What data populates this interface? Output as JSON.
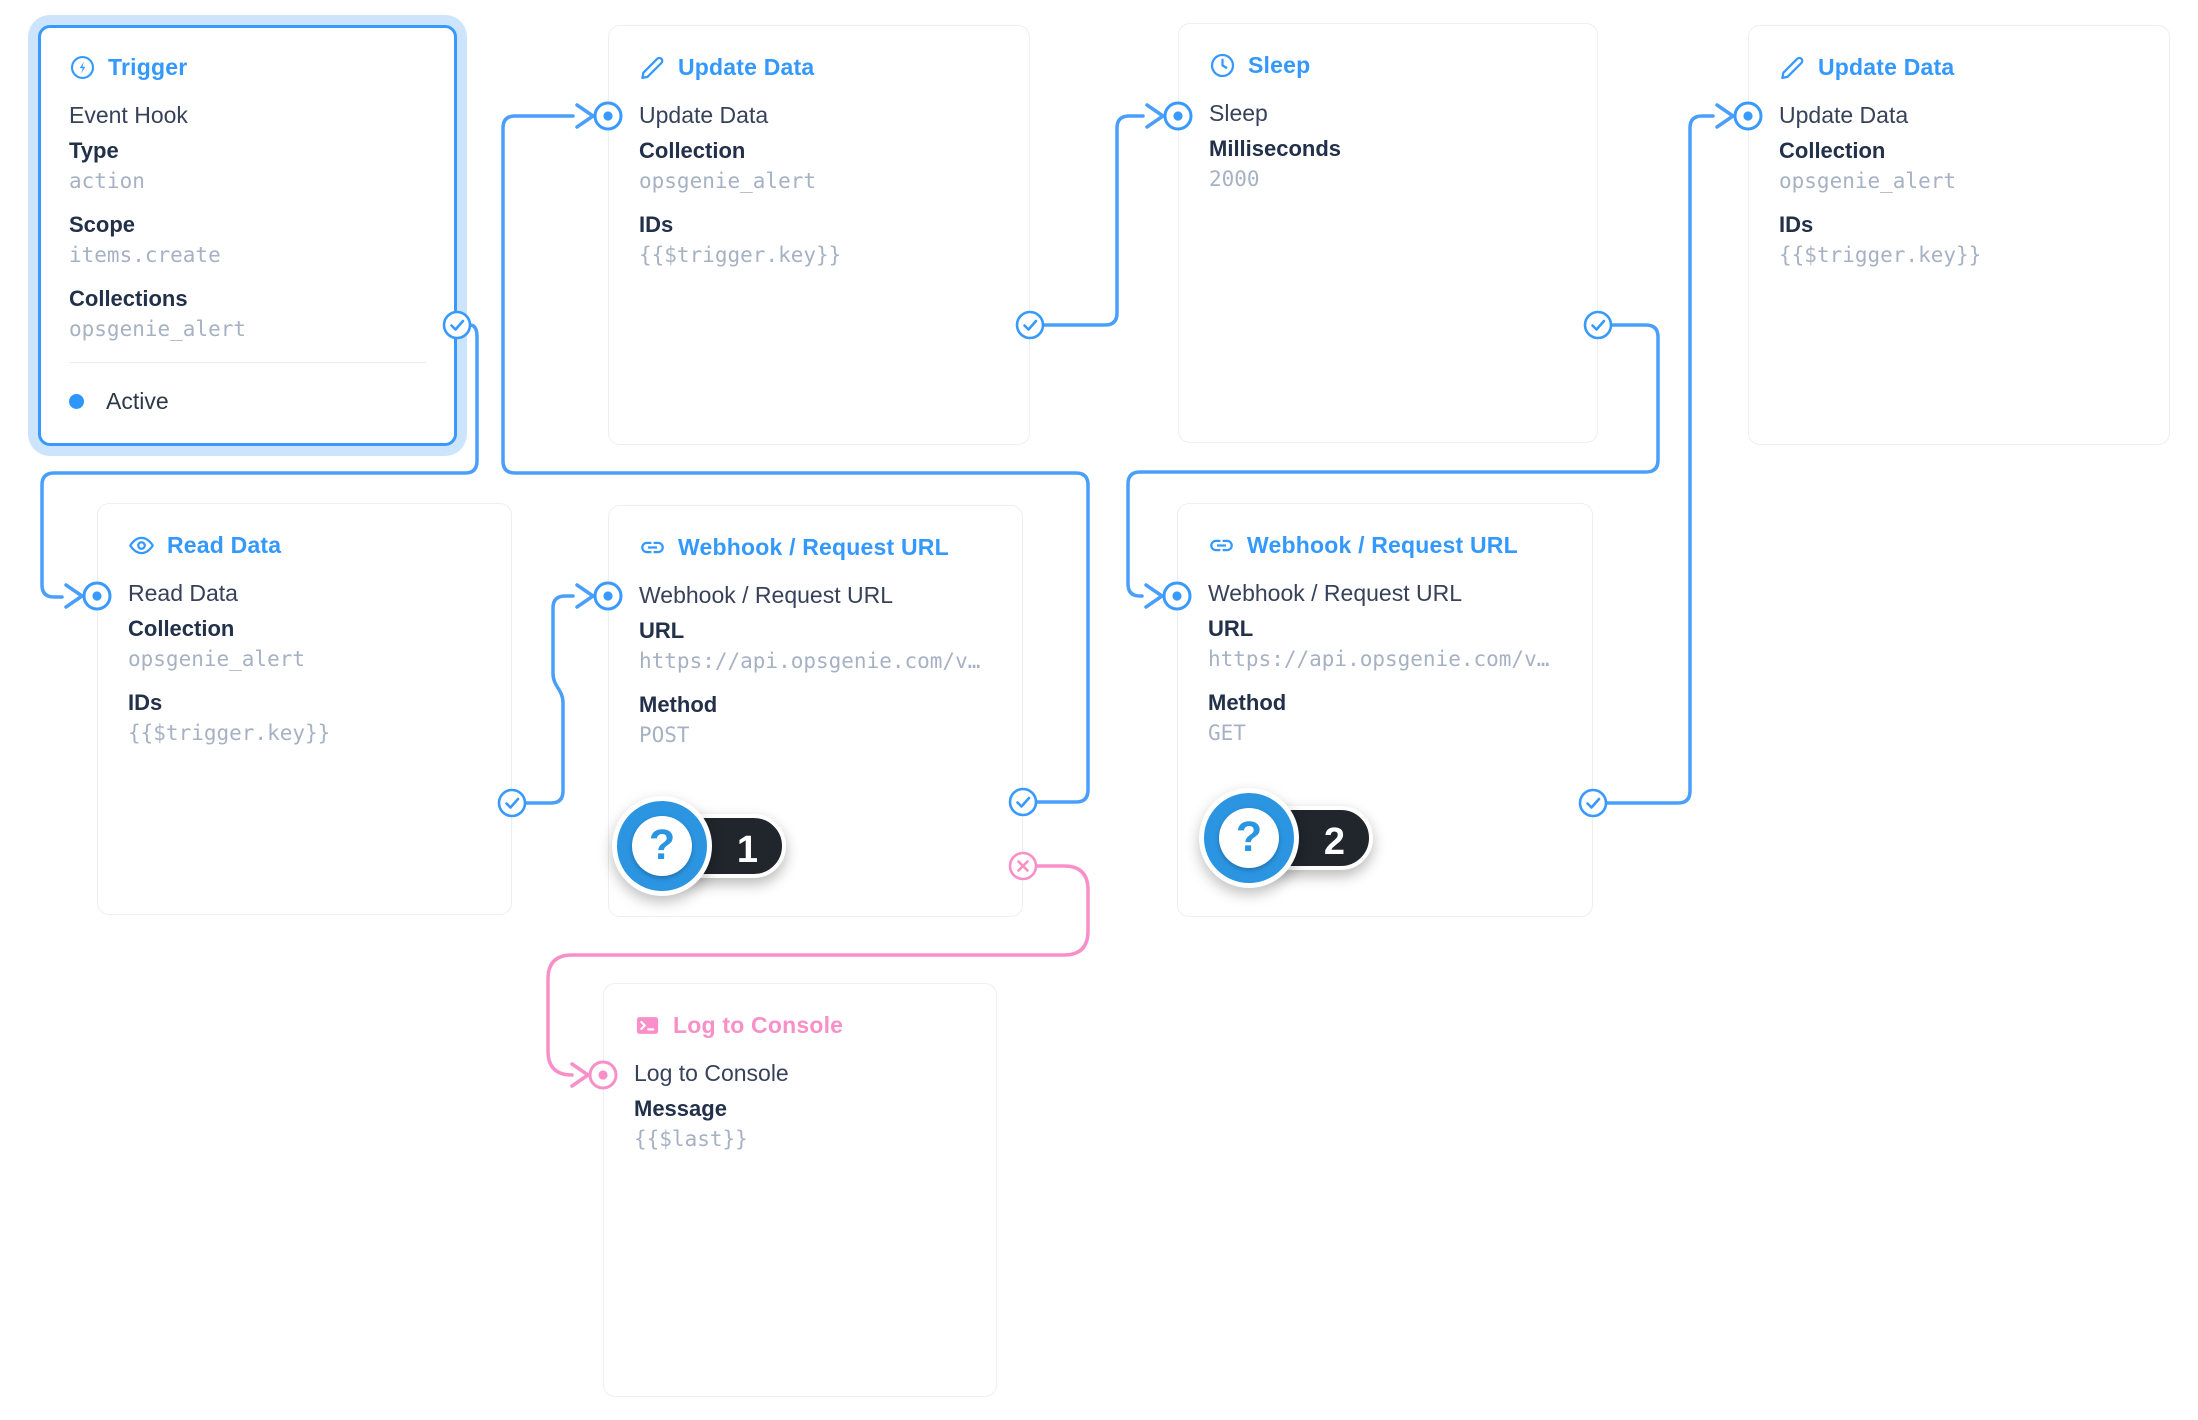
{
  "colors": {
    "accent_blue": "#3499ff",
    "line_blue": "#4a9ffb",
    "accent_pink": "#f98fc8",
    "selected_halo": "#cde4fd",
    "badge_circle_blue": "#2b95e2",
    "badge_pill_black": "#20262c",
    "label_dark": "#22304a",
    "value_gray": "#a6b2c4"
  },
  "badges": {
    "glyph": "?"
  },
  "nodes": {
    "trigger": {
      "header": "Trigger",
      "title": "Event Hook",
      "fields": [
        {
          "label": "Type",
          "value": "action"
        },
        {
          "label": "Scope",
          "value": "items.create"
        },
        {
          "label": "Collections",
          "value": "opsgenie_alert"
        }
      ],
      "status": "Active"
    },
    "update1": {
      "header": "Update Data",
      "title": "Update Data",
      "fields": [
        {
          "label": "Collection",
          "value": "opsgenie_alert"
        },
        {
          "label": "IDs",
          "value": "{{$trigger.key}}"
        }
      ]
    },
    "sleep": {
      "header": "Sleep",
      "title": "Sleep",
      "fields": [
        {
          "label": "Milliseconds",
          "value": "2000"
        }
      ]
    },
    "update2": {
      "header": "Update Data",
      "title": "Update Data",
      "fields": [
        {
          "label": "Collection",
          "value": "opsgenie_alert"
        },
        {
          "label": "IDs",
          "value": "{{$trigger.key}}"
        }
      ]
    },
    "read": {
      "header": "Read Data",
      "title": "Read Data",
      "fields": [
        {
          "label": "Collection",
          "value": "opsgenie_alert"
        },
        {
          "label": "IDs",
          "value": "{{$trigger.key}}"
        }
      ]
    },
    "webhook1": {
      "header": "Webhook / Request URL",
      "title": "Webhook / Request URL",
      "fields": [
        {
          "label": "URL",
          "value": "https://api.opsgenie.com/v…"
        },
        {
          "label": "Method",
          "value": "POST"
        }
      ],
      "badge": "1"
    },
    "webhook2": {
      "header": "Webhook / Request URL",
      "title": "Webhook / Request URL",
      "fields": [
        {
          "label": "URL",
          "value": "https://api.opsgenie.com/v…"
        },
        {
          "label": "Method",
          "value": "GET"
        }
      ],
      "badge": "2"
    },
    "log": {
      "header": "Log to Console",
      "title": "Log to Console",
      "fields": [
        {
          "label": "Message",
          "value": "{{$last}}"
        }
      ]
    }
  }
}
